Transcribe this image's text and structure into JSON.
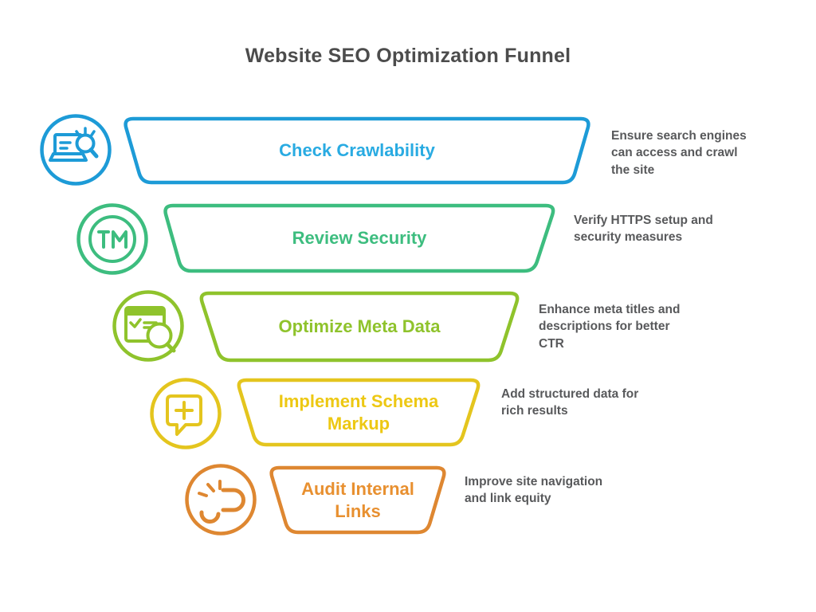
{
  "title": "Website SEO Optimization Funnel",
  "colors": {
    "background": "#ffffff",
    "title_text": "#4c4c4c",
    "description_text": "#58595b"
  },
  "stages": [
    {
      "label": "Check Crawlability",
      "description": "Ensure search engines can access and crawl the site",
      "color": "#1d9bd7",
      "label_color": "#29abe2",
      "icon": "laptop-search-icon"
    },
    {
      "label": "Review Security",
      "description": "Verify HTTPS setup and security measures",
      "color": "#3dbd7f",
      "label_color": "#3dbd7f",
      "icon": "trademark-icon"
    },
    {
      "label": "Optimize Meta Data",
      "description": "Enhance meta titles and descriptions for better CTR",
      "color": "#8fc32c",
      "label_color": "#8fc32c",
      "icon": "browser-search-icon"
    },
    {
      "label": "Implement Schema Markup",
      "description": "Add structured data for rich results",
      "color": "#e4c51e",
      "label_color": "#edc813",
      "icon": "chat-plus-icon"
    },
    {
      "label": "Audit Internal Links",
      "description": "Improve site navigation and link equity",
      "color": "#de8731",
      "label_color": "#e89030",
      "icon": "broken-link-icon"
    }
  ]
}
